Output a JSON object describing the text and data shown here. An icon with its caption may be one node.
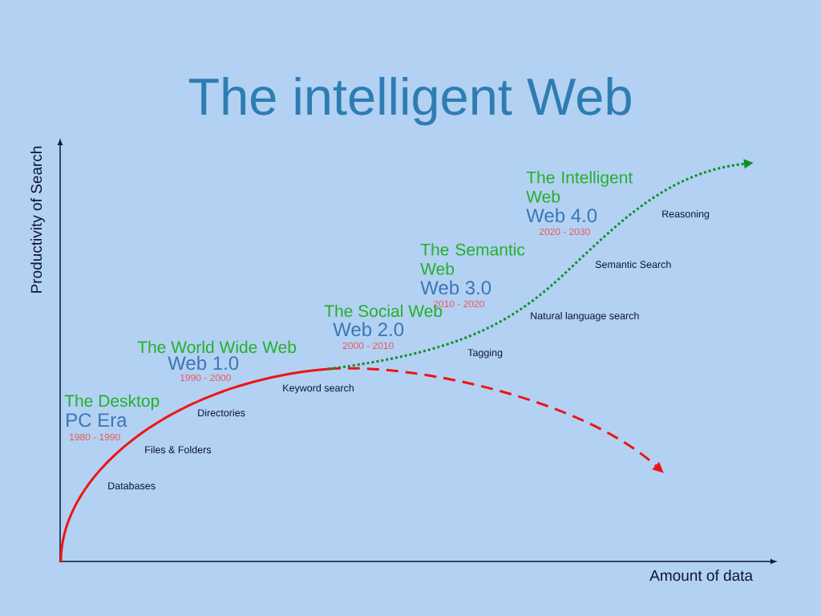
{
  "diagram": {
    "title": "The intelligent Web",
    "labels": [
      "Productivity of Search",
      "The Intelligent Web",
      "Web 4.0",
      "2020 - 2030",
      "Reasoning",
      "The Semantic Web",
      "Web 3.0",
      "2010 - 2020",
      "Semantic Search",
      "The Social Web",
      "Web 2.0",
      "2000 - 2010",
      "Natural language search",
      "The World Wide Web",
      "Tagging",
      "Web 1.0",
      "1990 - 2000",
      "Keyword search",
      "The Desktop",
      "Directories",
      "PC Era",
      "1980 - 1990",
      "Files & Folders",
      "Databases",
      "Amount of data"
    ]
  }
}
